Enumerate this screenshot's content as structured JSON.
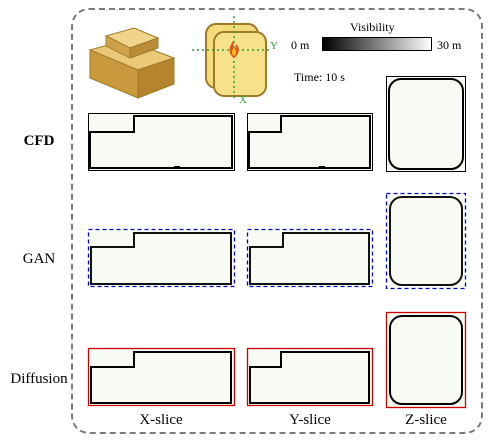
{
  "rows": [
    "CFD",
    "GAN",
    "Diffusion"
  ],
  "columns": [
    "X-slice",
    "Y-slice",
    "Z-slice"
  ],
  "legend": {
    "title": "Visibility",
    "min_label": "0 m",
    "max_label": "30 m",
    "time_label": "Time: 10 s"
  },
  "axes": {
    "y": "Y",
    "x": "X"
  },
  "colors": {
    "cfd_border": "#000000",
    "gan_border": "#0000cc",
    "diffusion_border": "#cc0000",
    "cell_fill": "#f8fbf3",
    "frame": "#7a7a7a",
    "building": "#d8b25a",
    "floor_plan": "#f4dc7a",
    "axis_line": "#2aa33a"
  },
  "icons": [
    "building-3d-icon",
    "floor-plan-icon",
    "fire-icon"
  ]
}
